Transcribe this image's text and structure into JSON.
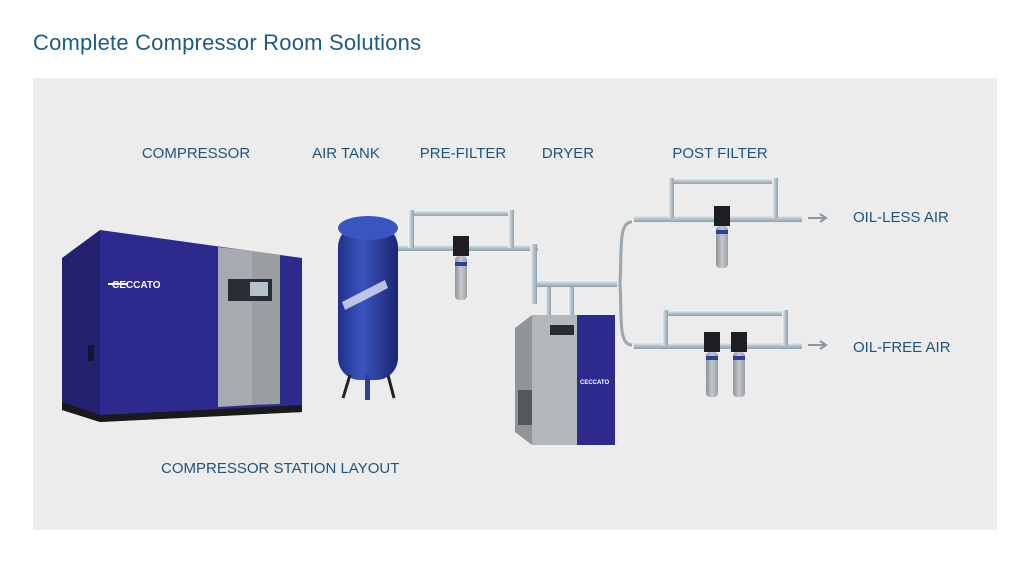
{
  "title": "Complete Compressor Room Solutions",
  "labels": {
    "compressor": "COMPRESSOR",
    "air_tank": "AIR TANK",
    "pre_filter": "PRE-FILTER",
    "dryer": "DRYER",
    "post_filter": "POST FILTER",
    "oil_less": "OIL-LESS AIR",
    "oil_free": "OIL-FREE AIR",
    "layout": "COMPRESSOR STATION LAYOUT"
  },
  "brand": "CECCATO",
  "colors": {
    "accent": "#1d5b86",
    "machine_blue": "#2c2a8c",
    "pipe": "#c9d3da",
    "panel": "#ececec"
  }
}
